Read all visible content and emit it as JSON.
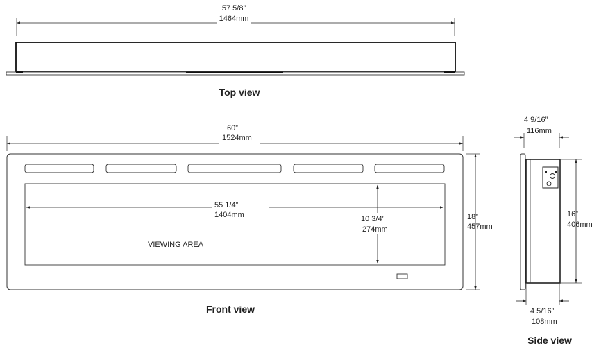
{
  "top_view": {
    "caption": "Top view",
    "width_in": "57 5/8”",
    "width_mm": "1464mm"
  },
  "front_view": {
    "caption": "Front view",
    "width_in": "60”",
    "width_mm": "1524mm",
    "height_in": "18”",
    "height_mm": "457mm",
    "viewing_width_in": "55 1/4”",
    "viewing_width_mm": "1404mm",
    "viewing_height_in": "10 3/4”",
    "viewing_height_mm": "274mm",
    "viewing_label": "VIEWING AREA"
  },
  "side_view": {
    "caption": "Side view",
    "depth_top_in": "4 9/16”",
    "depth_top_mm": "116mm",
    "height_in": "16”",
    "height_mm": "406mm",
    "depth_bottom_in": "4 5/16”",
    "depth_bottom_mm": "108mm"
  }
}
